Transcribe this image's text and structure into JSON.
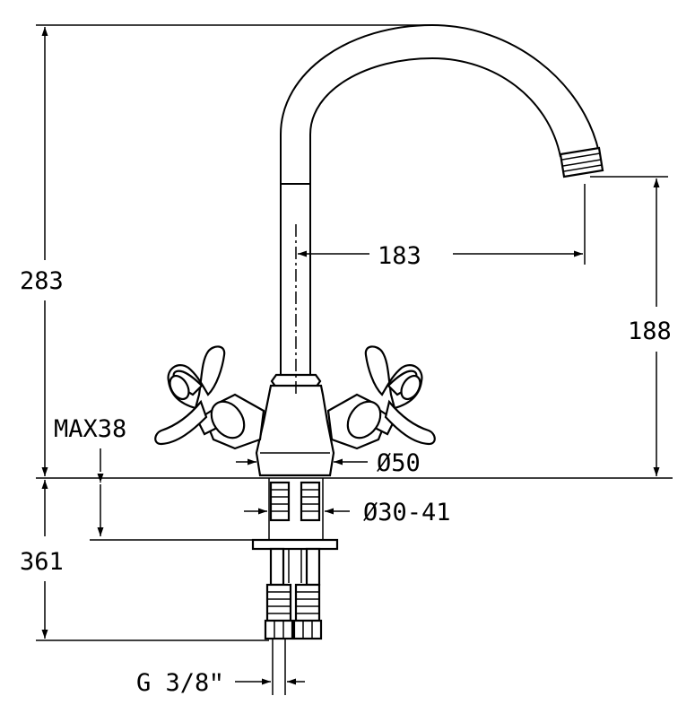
{
  "drawing": {
    "dimensions": {
      "total_height": "283",
      "spout_reach": "183",
      "spout_height": "188",
      "max_thickness": "MAX38",
      "base_diameter": "Ø50",
      "hole_diameter": "Ø30-41",
      "below_length": "361",
      "thread": "G 3/8ʺ"
    }
  }
}
